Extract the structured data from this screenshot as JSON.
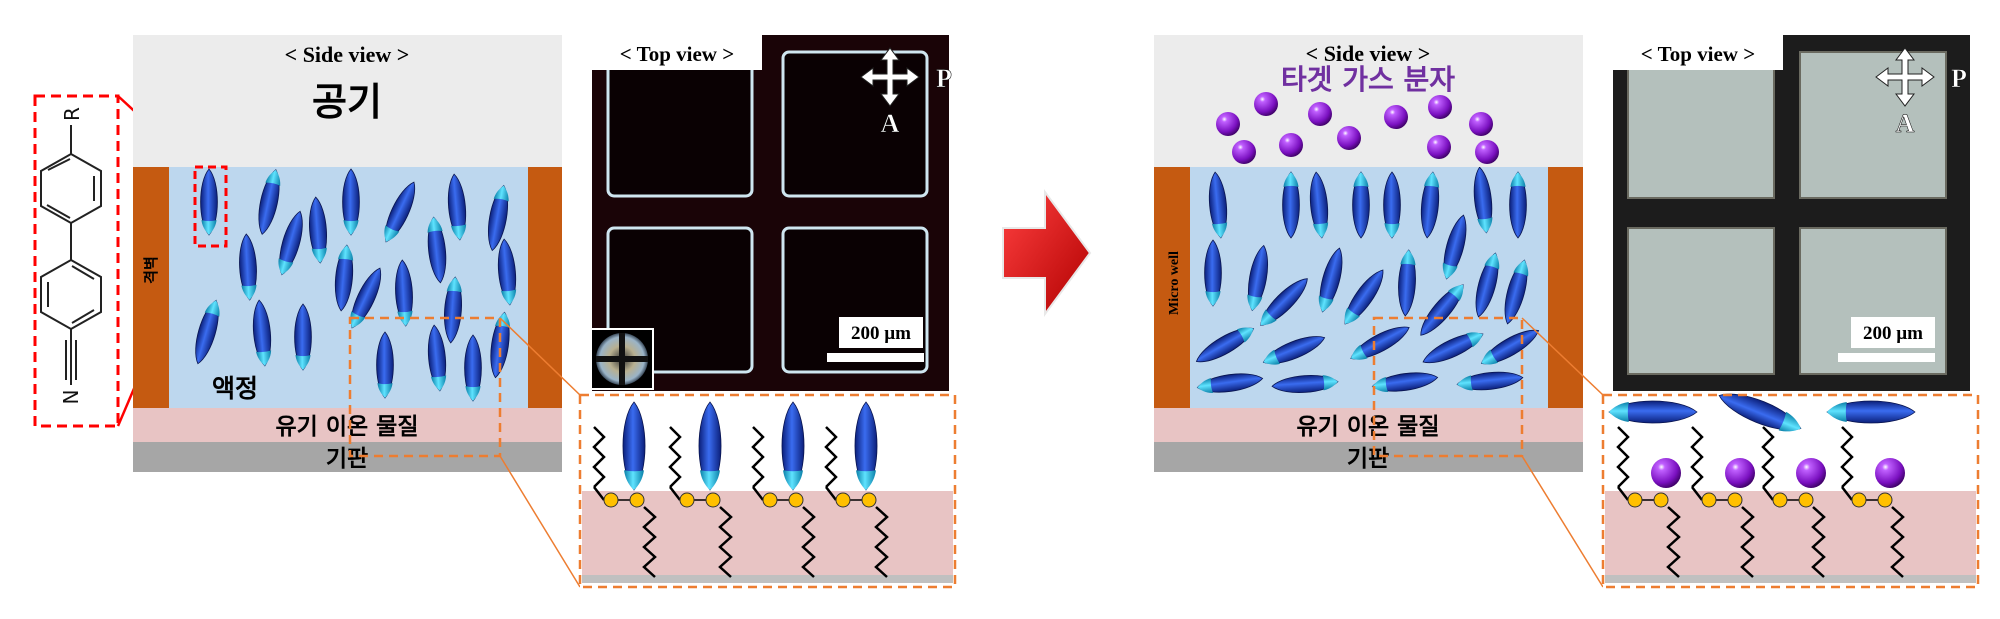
{
  "molecule": {
    "r_label": "R",
    "n_label": "N"
  },
  "before": {
    "side_view_title": "< Side view >",
    "air_label": "공기",
    "lc_label": "액정",
    "wall_label": "격벽",
    "organic_ion_label": "유기 이온 물질",
    "substrate_label": "기판",
    "top_view_title": "< Top view >",
    "polarizer_label": "P",
    "analyzer_label": "A",
    "scale_label": "200 µm"
  },
  "after": {
    "side_view_title": "< Side view >",
    "gas_label": "타겟 가스 분자",
    "wall_label": "Micro well",
    "organic_ion_label": "유기 이온 물질",
    "substrate_label": "기판",
    "top_view_title": "< Top view >",
    "polarizer_label": "P",
    "analyzer_label": "A",
    "scale_label": "200 µm"
  },
  "colors": {
    "air": "#ececec",
    "liquid_crystal": "#bdd7ee",
    "wall": "#c55a11",
    "organic_layer": "#e8c4c4",
    "substrate": "#a6a6a6",
    "lc_body": "#2450d8",
    "lc_tip": "#22c4e8",
    "gas": "#8a1ec8",
    "head_group": "#ffc000",
    "highlight_red": "#ff0000",
    "zoom_orange": "#ed7d31",
    "text_purple": "#7030a0"
  }
}
